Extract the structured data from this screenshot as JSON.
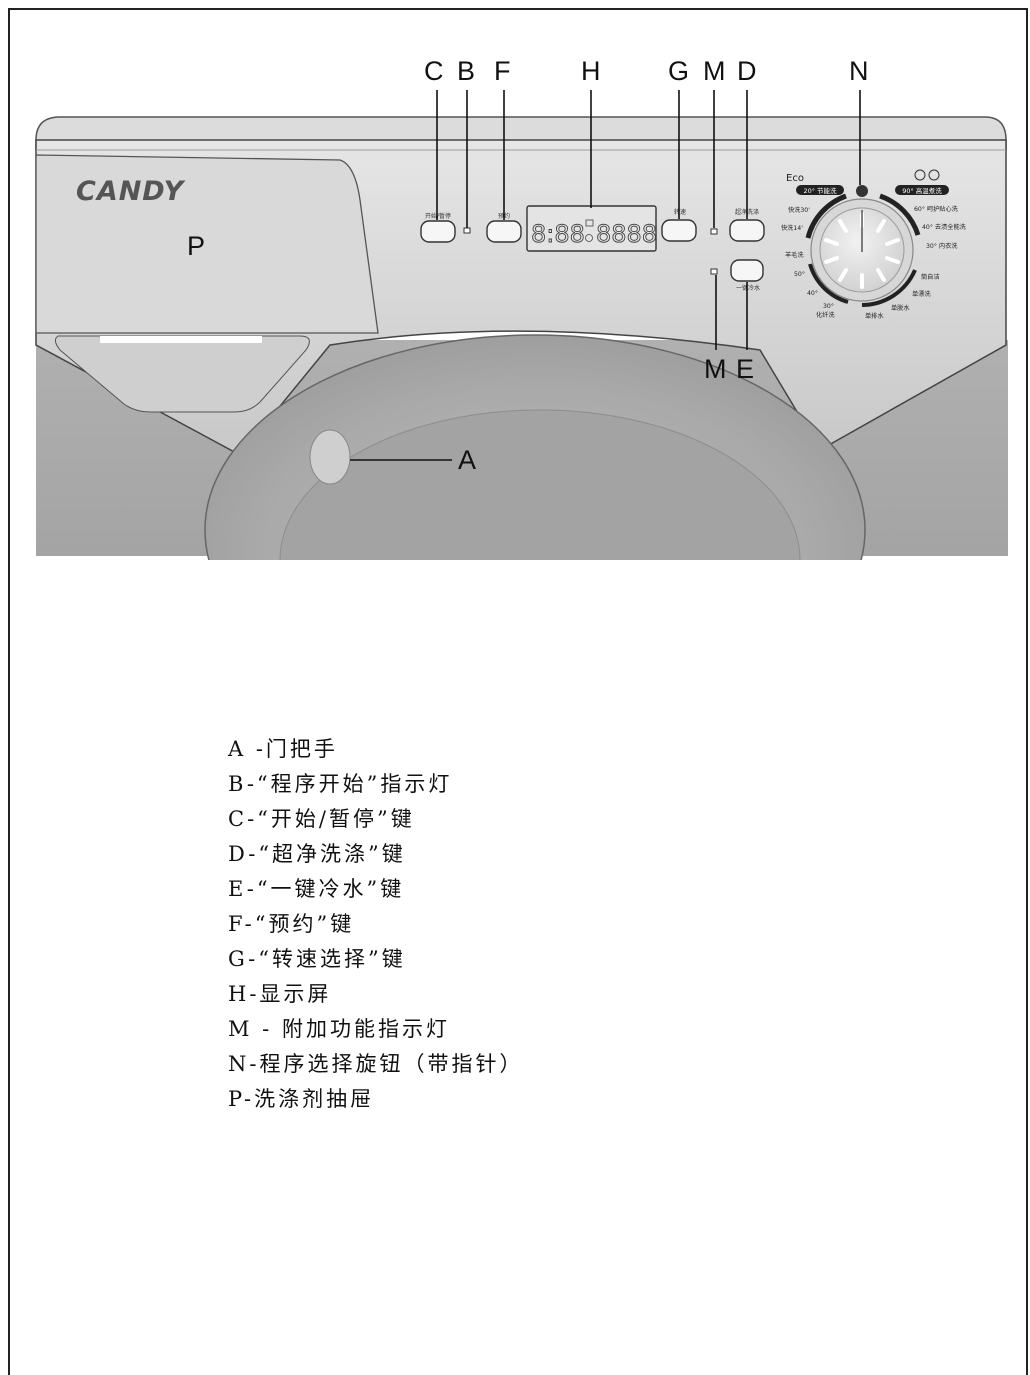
{
  "callouts": {
    "C": "C",
    "B": "B",
    "F": "F",
    "H": "H",
    "G": "G",
    "M_top": "M",
    "D": "D",
    "N": "N",
    "P": "P",
    "A": "A",
    "M_bottom": "M",
    "E": "E"
  },
  "panel": {
    "brand": "CANDY",
    "start_pause_label": "开始/暂停",
    "preset_label": "预约",
    "speed_label": "转速",
    "super_clean_label": "超净洗涤",
    "cold_water_label": "一键冷水",
    "display_left": "8:88",
    "display_right": "8888",
    "dial": {
      "eco_label": "Eco",
      "eco_badge": "20° 节能洗",
      "high_temp_badge": "90° 高温煮洗",
      "left_programs": [
        "快洗30'",
        "快洗14'",
        "羊毛洗",
        "50°",
        "40°",
        "30°",
        "化纤洗"
      ],
      "right_programs": [
        "60° 呵护贴心洗",
        "40° 去渍全能洗",
        "30° 内衣洗",
        "筒自洁",
        "单漂洗",
        "单脱水",
        "单排水"
      ]
    }
  },
  "legend": [
    "A -门把手",
    "B-“程序开始”指示灯",
    "C-“开始/暂停”键",
    "D-“超净洗涤”键",
    "E-“一键冷水”键",
    "F-“预约”键",
    "G-“转速选择”键",
    "H-显示屏",
    "M - 附加功能指示灯",
    "N-程序选择旋钮（带指针）",
    "P-洗涤剂抽屉"
  ]
}
